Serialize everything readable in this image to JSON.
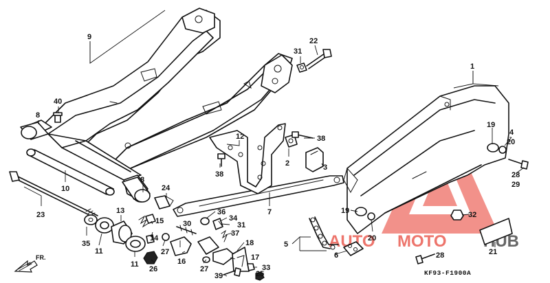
{
  "diagram_code": "KF93-F1900A",
  "direction_label": "FR.",
  "watermark": {
    "text_a": "AUTO",
    "text_b": "MOTO",
    "text_c": "HUB",
    "color": "#e8473c",
    "dark": "#333333"
  },
  "callouts": [
    {
      "id": "c1",
      "text": "1"
    },
    {
      "id": "c2",
      "text": "2"
    },
    {
      "id": "c3",
      "text": "3"
    },
    {
      "id": "c4",
      "text": "4"
    },
    {
      "id": "c5",
      "text": "5"
    },
    {
      "id": "c6",
      "text": "6"
    },
    {
      "id": "c7",
      "text": "7"
    },
    {
      "id": "c8a",
      "text": "8"
    },
    {
      "id": "c8b",
      "text": "8"
    },
    {
      "id": "c9",
      "text": "9"
    },
    {
      "id": "c10",
      "text": "10"
    },
    {
      "id": "c11a",
      "text": "11"
    },
    {
      "id": "c11b",
      "text": "11"
    },
    {
      "id": "c12",
      "text": "12"
    },
    {
      "id": "c13",
      "text": "13"
    },
    {
      "id": "c14",
      "text": "14"
    },
    {
      "id": "c15",
      "text": "15"
    },
    {
      "id": "c16",
      "text": "16"
    },
    {
      "id": "c17",
      "text": "17"
    },
    {
      "id": "c18",
      "text": "18"
    },
    {
      "id": "c19a",
      "text": "19"
    },
    {
      "id": "c19b",
      "text": "19"
    },
    {
      "id": "c20a",
      "text": "20"
    },
    {
      "id": "c20b",
      "text": "20"
    },
    {
      "id": "c21",
      "text": "21"
    },
    {
      "id": "c22",
      "text": "22"
    },
    {
      "id": "c23",
      "text": "23"
    },
    {
      "id": "c24",
      "text": "24"
    },
    {
      "id": "c25",
      "text": "25"
    },
    {
      "id": "c26",
      "text": "26"
    },
    {
      "id": "c27a",
      "text": "27"
    },
    {
      "id": "c27b",
      "text": "27"
    },
    {
      "id": "c28a",
      "text": "28"
    },
    {
      "id": "c28b",
      "text": "28"
    },
    {
      "id": "c29",
      "text": "29"
    },
    {
      "id": "c30",
      "text": "30"
    },
    {
      "id": "c31a",
      "text": "31"
    },
    {
      "id": "c31b",
      "text": "31"
    },
    {
      "id": "c32",
      "text": "32"
    },
    {
      "id": "c33",
      "text": "33"
    },
    {
      "id": "c34",
      "text": "34"
    },
    {
      "id": "c35",
      "text": "35"
    },
    {
      "id": "c36",
      "text": "36"
    },
    {
      "id": "c37",
      "text": "37"
    },
    {
      "id": "c38a",
      "text": "38"
    },
    {
      "id": "c38b",
      "text": "38"
    },
    {
      "id": "c39",
      "text": "39"
    },
    {
      "id": "c40",
      "text": "40"
    }
  ]
}
